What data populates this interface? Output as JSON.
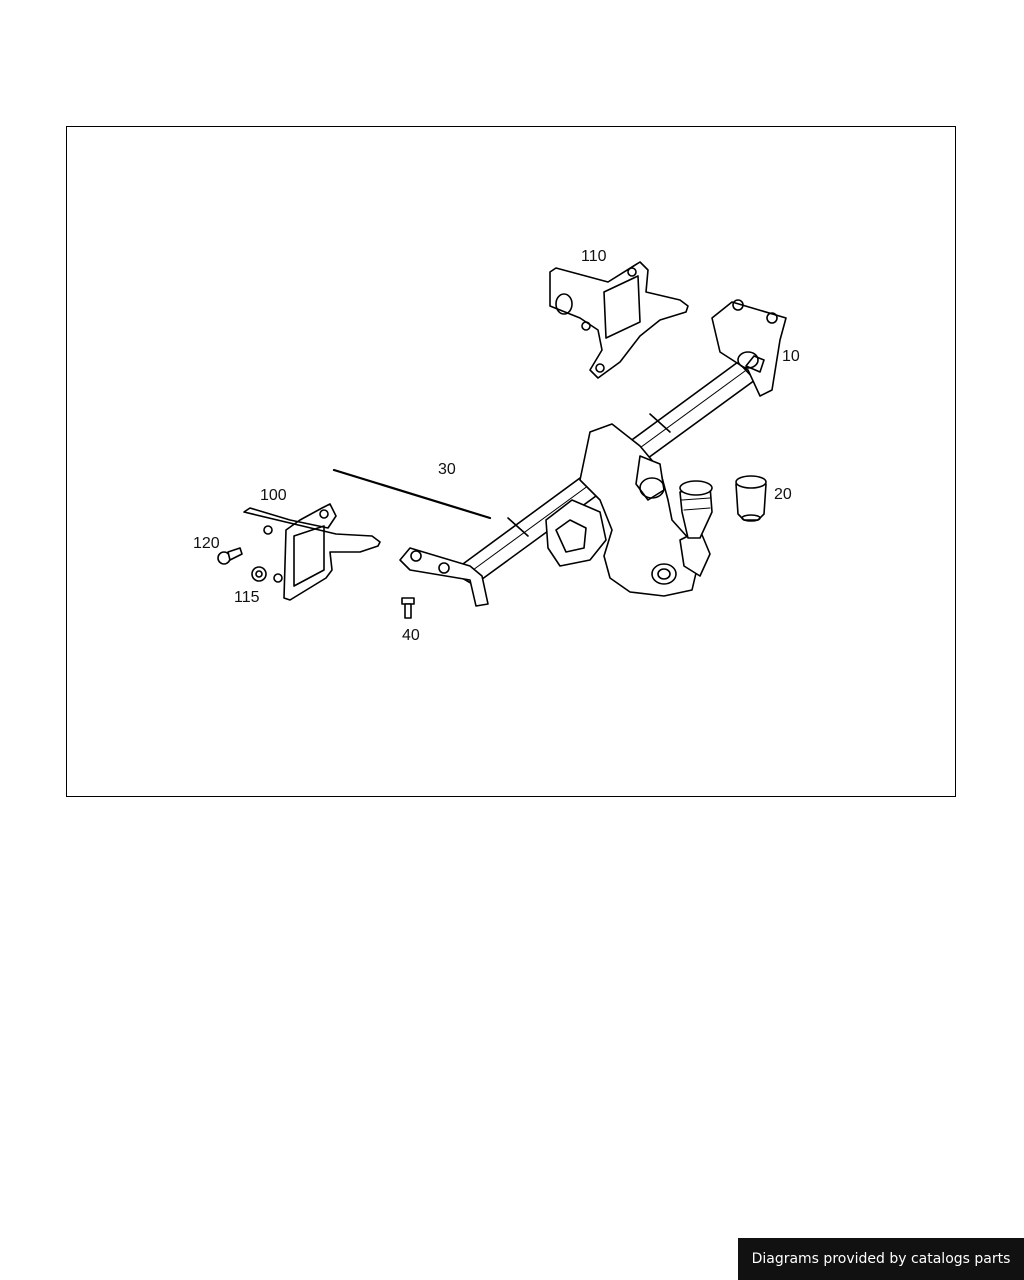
{
  "diagram": {
    "callouts": [
      "10",
      "20",
      "30",
      "40",
      "100",
      "110",
      "115",
      "120"
    ]
  },
  "footer": {
    "text": "Diagrams provided by catalogs parts"
  },
  "colors": {
    "line": "#000000",
    "footer_bg": "#111111",
    "footer_text": "#ffffff"
  }
}
